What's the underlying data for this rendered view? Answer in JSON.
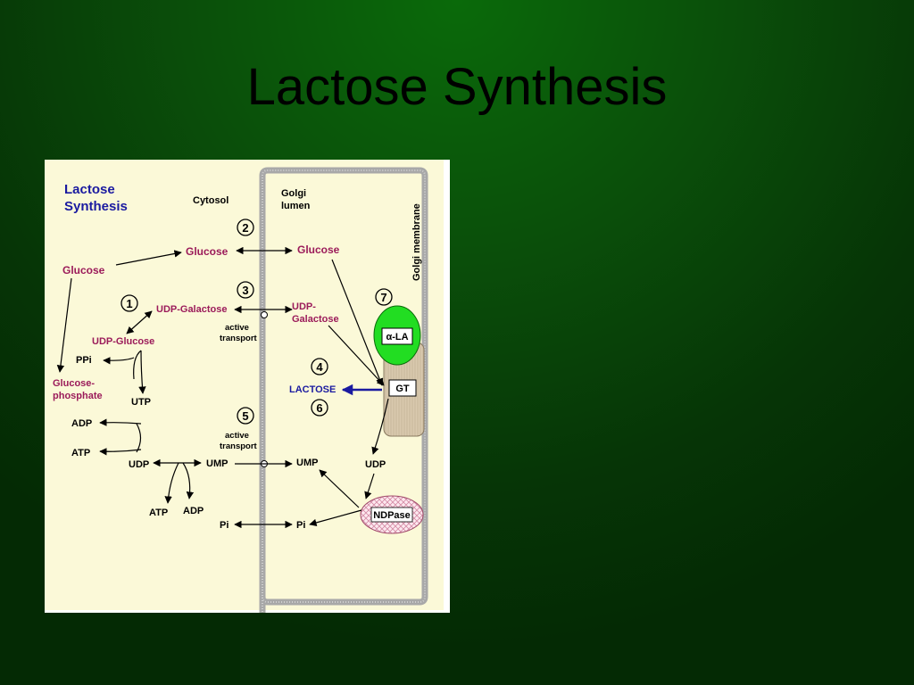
{
  "slide": {
    "title": "Lactose Synthesis"
  },
  "diagram": {
    "heading_line1": "Lactose",
    "heading_line2": "Synthesis",
    "cytosol": "Cytosol",
    "golgi_lumen_1": "Golgi",
    "golgi_lumen_2": "lumen",
    "golgi_membrane": "Golgi membrane",
    "step_numbers": [
      "1",
      "2",
      "3",
      "4",
      "5",
      "6",
      "7"
    ],
    "glucose_outer": "Glucose",
    "glucose_cytosol": "Glucose",
    "glucose_lumen": "Glucose",
    "udp_galactose_cytosol": "UDP-Galactose",
    "udp_galactose_lumen_1": "UDP-",
    "udp_galactose_lumen_2": "Galactose",
    "udp_glucose": "UDP-Glucose",
    "ppi": "PPi",
    "glucose_phosphate_1": "Glucose-",
    "glucose_phosphate_2": "phosphate",
    "utp": "UTP",
    "adp_left": "ADP",
    "atp_left": "ATP",
    "udp_cytosol": "UDP",
    "ump_cytosol": "UMP",
    "atp_bottom": "ATP",
    "adp_bottom": "ADP",
    "pi_cytosol": "Pi",
    "pi_lumen": "Pi",
    "ump_lumen": "UMP",
    "udp_lumen": "UDP",
    "active_transport_1a": "active",
    "active_transport_1b": "transport",
    "active_transport_2a": "active",
    "active_transport_2b": "transport",
    "alpha_la": "α-LA",
    "gt": "GT",
    "lactose": "LACTOSE",
    "ndpase": "NDPase"
  },
  "colors": {
    "background_green": "#0a4e0a",
    "diagram_bg": "#fbf9d8",
    "magenta_text": "#9b1b5a",
    "blue_text": "#1a1aa0",
    "alpha_la_green": "#22dd22",
    "gt_tan": "#d8c8b0",
    "membrane_gray": "#a8a8a8"
  }
}
